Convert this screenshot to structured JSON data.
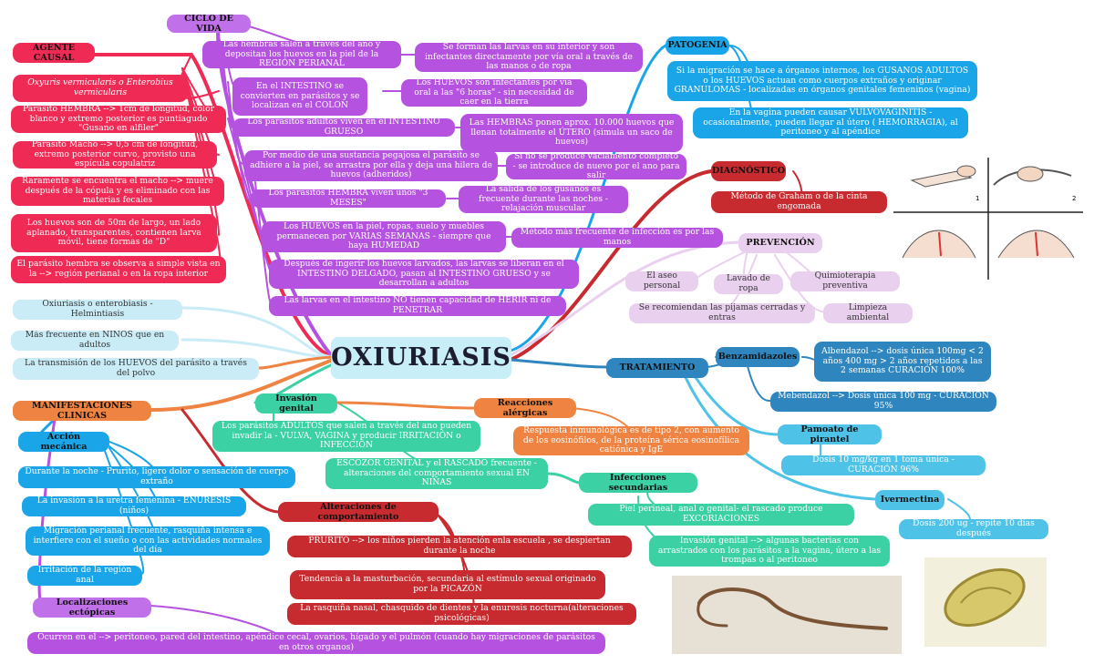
{
  "title": "OXIURIASIS",
  "agente_causal": {
    "header": "AGENTE CAUSAL",
    "items": [
      "Oxyuris vermicularis o Enterobius vermicularis",
      "Parásito HEMBRA --> 1cm de longitud, color blanco y extremo posterior es puntiagudo \"Gusano en alfiler\"",
      "Parásito Macho --> 0,5 cm de longitud, extremo posterior curvo, provisto una espícula copulatriz",
      "Raramente se encuentra el macho --> muere después de la cópula y es eliminado con las materias fecales",
      "Los huevos son de 50m de largo, un lado aplanado, transparentes, contienen larva móvil, tiene formas de \"D\"",
      "El parásito hembra se observa a simple vista en la --> región perianal o en la ropa interior"
    ]
  },
  "ciclo_de_vida": {
    "header": "CICLO DE VIDA",
    "items": [
      "Las hembras salen a través del ano y depositan los huevos en la piel de la REGIÓN PERIANAL",
      "Se forman las larvas en su interior y son infectantes directamente por vía oral a través de las manos o de ropa",
      "En el INTESTINO se convierten en parásitos y se localizan en el COLON",
      "Los HUEVOS son infectantes por vía oral a las \"6 horas\" - sin necesidad de caer en la tierra",
      "Los parásitos adultos viven en el INTESTINO GRUESO",
      "Las HEMBRAS ponen aprox. 10.000 huevos que llenan totalmente el ÚTERO (simula un saco de huevos)",
      "Por medio de una sustancia pegajosa el parásito se adhiere a la piel, se arrastra por ella y deja una hilera de huevos (adheridos)",
      "Si no se produce vaciamento completo - se introduce de nuevo por el ano para salir",
      "Los parásitos HEMBRA viven unos \"3 MESES\"",
      "La salida de los gusanos es frecuente durante las noches - relajación muscular",
      "Los HUEVOS en la piel, ropas, suelo y muebles permanecen por VARIAS SEMANAS - siempre que haya HUMEDAD",
      "Método más frecuente de infección es por las manos",
      "Después de ingerir los huevos larvados, las larvas se liberan en el INTESTINO DELGADO, pasan al INTESTINO GRUESO y se desarrollan a adultos",
      "Las larvas en el intestino NO tienen capacidad de HERIR ni de PENETRAR"
    ]
  },
  "general": [
    "Oxiuriasis o enterobiasis - Helmintiasis",
    "Más frecuente en NIÑOS que en adultos",
    "La transmisión de los HUEVOS del parásito a través del polvo"
  ],
  "patogenia": {
    "header": "PATOGENIA",
    "items": [
      "Si la migración se hace a órganos internos, los GUSANOS ADULTOS o los HUEVOS actuan como cuerpos extraños y originar GRANULOMAS - localizadas en órganos genitales femeninos (vagina)",
      "En la vagina pueden causar VULVOVAGINITIS - ocasionalmente, pueden llegar al útero ( HEMORRAGIA), al peritoneo y al apéndice"
    ]
  },
  "diagnostico": {
    "header": "DIAGNÓSTICO",
    "items": [
      "Método de Graham o de la cinta engomada"
    ],
    "figure_labels": [
      "1",
      "2"
    ]
  },
  "prevencion": {
    "header": "PREVENCIÓN",
    "items": [
      "El aseo personal",
      "Lavado de ropa",
      "Quimioterapia preventiva",
      "Se recomiendan las pijamas cerradas y entras",
      "Limpieza ambiental"
    ]
  },
  "tratamiento": {
    "header": "TRATAMIENTO",
    "benzimidazoles": {
      "header": "Benzamidazoles",
      "items": [
        "Albendazol --> dosis única 100mg < 2 años 400 mg > 2 años repetidos a las 2 semanas CURACIÓN 100%",
        "Mebendazol --> Dosis única 100 mg - CURACIÓN 95%"
      ]
    },
    "pamoato": {
      "header": "Pamoato de pirantel",
      "items": [
        "Dosis 10 mg/kg en 1 toma única - CURACIÓN 96%"
      ]
    },
    "ivermectina": {
      "header": "Ivermectina",
      "items": [
        "Dosis 200 ug - repite 10 días después"
      ]
    }
  },
  "manifestaciones": {
    "header": "MANIFESTACIONES CLINICAS",
    "accion_mecanica": {
      "header": "Acción mecánica",
      "items": [
        "Durante la noche - Prurito, ligero dolor o sensación de cuerpo extraño",
        "La invasión a la uretra femenina - ENURESIS (niños)",
        "Migración perianal frecuente, rasquiña intensa e interfiere con el sueño o con las actividades normales del día",
        "Irritación de la región anal"
      ]
    },
    "ectopicas": {
      "header": "Localizaciones ectópicas",
      "items": [
        "Ocurren en el --> peritoneo, pared del intestino, apéndice cecal, ovarios, hígado y el pulmón (cuando hay migraciones de parásitos en otros organos)"
      ]
    },
    "invasion_genital": {
      "header": "Invasión genital",
      "items": [
        "Los parásitos ADULTOS que salen a través del ano pueden invadir la - VULVA, VAGINA y producir IRRITACIÓN o INFECCIÓN",
        "ESCOZOR GENITAL y el RASCADO frecuente - alteraciones del comportamiento sexual EN NIÑAS"
      ]
    },
    "reacciones": {
      "header": "Reacciones alérgicas",
      "items": [
        "Respuesta inmunológica es de tipo 2, con aumento de los eosinófilos, de la proteína sérica eosinofílica catiónica y IgE"
      ]
    },
    "infecciones": {
      "header": "Infecciones secundarias",
      "items": [
        "Piel perineal, anal o genital- el rascado produce EXCORIACIONES",
        "Invasión genital --> algunas bacterias con arrastrados con los parásitos a la vagina, útero a las trompas o al peritoneo"
      ]
    },
    "comportamiento": {
      "header": "Alteraciones de comportamiento",
      "items": [
        "PRURITO --> los niños pierden la atención enla escuela , se despiertan durante la noche",
        "Tendencia a la masturbación, secundaria al estímulo sexual originado por la PICAZÓN",
        "La rasquiña nasal, chasquido de dientes y la enuresis nocturna(alteraciones psicológicas)"
      ]
    }
  },
  "colors": {
    "agente": "#ef2b55",
    "ciclo": "#b552e0",
    "patogenia": "#1aa5e8",
    "diagnostico": "#c72b2f",
    "prevencion": "#ead0ef",
    "tratamiento": "#2f86bf",
    "general": "#c9ecf7"
  }
}
